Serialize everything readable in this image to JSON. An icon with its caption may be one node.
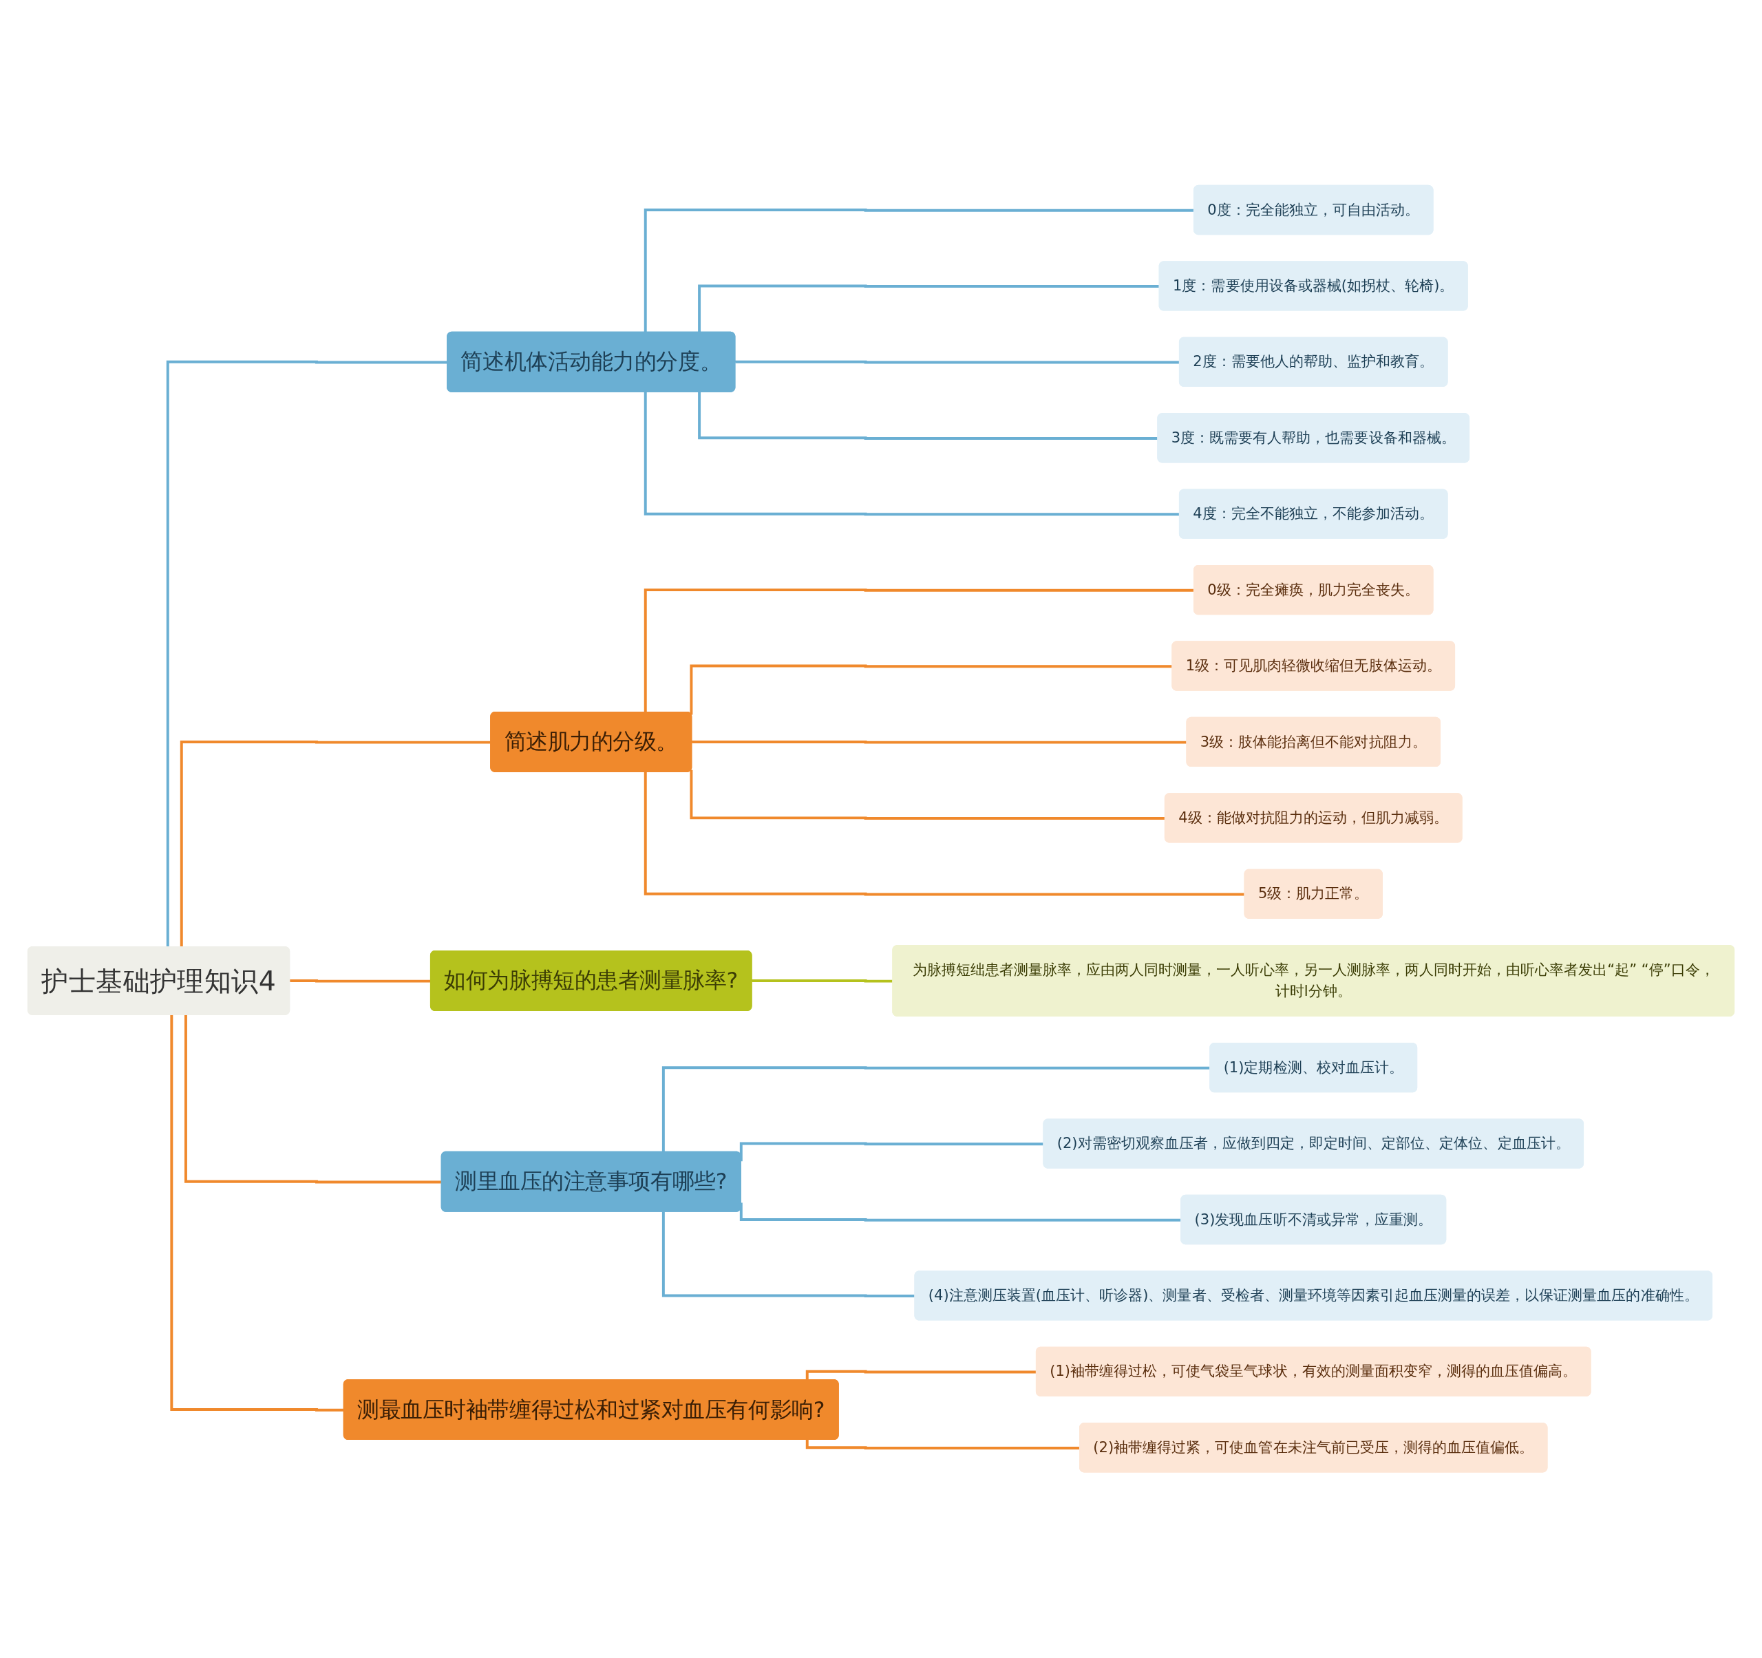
{
  "diagram": {
    "nodes": [
      {
        "text": [
          "护士基础护理知识4"
        ]
      },
      {
        "text": [
          "简述机体活动能力的分度。"
        ]
      },
      {
        "text": [
          "0度：完全能独立，可自由活动。"
        ]
      },
      {
        "text": [
          "1度：需要使用设备或器械(如拐杖、轮椅)。"
        ]
      },
      {
        "text": [
          "2度：需要他人的帮助、监护和教育。"
        ]
      },
      {
        "text": [
          "3度：既需要有人帮助，也需要设备和器械。"
        ]
      },
      {
        "text": [
          "4度：完全不能独立，不能参加活动。"
        ]
      },
      {
        "text": [
          "简述肌力的分级。"
        ]
      },
      {
        "text": [
          "0级：完全瘫痪，肌力完全丧失。"
        ]
      },
      {
        "text": [
          "1级：可见肌肉轻微收缩但无肢体运动。"
        ]
      },
      {
        "text": [
          "3级：肢体能抬离但不能对抗阻力。"
        ]
      },
      {
        "text": [
          "4级：能做对抗阻力的运动，但肌力减弱。"
        ]
      },
      {
        "text": [
          "5级：肌力正常。"
        ]
      },
      {
        "text": [
          "如何为脉搏短的患者测量脉率?"
        ]
      },
      {
        "text": [
          "为脉搏短绌患者测量脉率，应由两人同时测量，一人听心率，另一人测脉率，两人同时开始，由听心率者发出“起” “停”口令，计时l分钟。"
        ]
      },
      {
        "text": [
          "测里血压的注意事项有哪些?"
        ]
      },
      {
        "text": [
          "(1)定期检测、校对血压计。"
        ]
      },
      {
        "text": [
          "(2)对需密切观察血压者，应做到四定，即定时间、定部位、定体位、定血压计。"
        ]
      },
      {
        "text": [
          "(3)发现血压听不清或异常，应重测。"
        ]
      },
      {
        "text": [
          "(4)注意测压装置(血压计、听诊器)、测量者、受检者、测量环境等因素引起血压测量的误差，以保证测量血压的准确性。"
        ]
      },
      {
        "text": [
          "测最血压时袖带缠得过松和过紧对血压有何影响?"
        ]
      },
      {
        "text": [
          "(1)袖带缠得过松，可使气袋呈气球状，有效的测量面积变窄，测得的血压值偏高。"
        ]
      },
      {
        "text": [
          "(2)袖带缠得过紧，可使血管在未注气前已受压，测得的血压值偏低。"
        ]
      }
    ],
    "edges": [
      {
        "from": 0,
        "to": 1,
        "arrow": "none",
        "color": "#6aafd3"
      },
      {
        "from": 1,
        "to": 2,
        "arrow": "none",
        "color": "#6aafd3"
      },
      {
        "from": 1,
        "to": 3,
        "arrow": "none",
        "color": "#6aafd3"
      },
      {
        "from": 1,
        "to": 4,
        "arrow": "none",
        "color": "#6aafd3"
      },
      {
        "from": 1,
        "to": 5,
        "arrow": "none",
        "color": "#6aafd3"
      },
      {
        "from": 1,
        "to": 6,
        "arrow": "none",
        "color": "#6aafd3"
      },
      {
        "from": 0,
        "to": 7,
        "arrow": "none"
      },
      {
        "from": 7,
        "to": 8,
        "arrow": "none"
      },
      {
        "from": 7,
        "to": 9,
        "arrow": "none"
      },
      {
        "from": 7,
        "to": 10,
        "arrow": "none"
      },
      {
        "from": 7,
        "to": 11,
        "arrow": "none"
      },
      {
        "from": 7,
        "to": 12,
        "arrow": "none"
      },
      {
        "from": 0,
        "to": 13,
        "arrow": "none"
      },
      {
        "from": 13,
        "to": 14,
        "arrow": "none",
        "color": "#b5c21d"
      },
      {
        "from": 0,
        "to": 15,
        "arrow": "none"
      },
      {
        "from": 15,
        "to": 16,
        "arrow": "none",
        "color": "#6aafd3"
      },
      {
        "from": 15,
        "to": 17,
        "arrow": "none",
        "color": "#6aafd3"
      },
      {
        "from": 15,
        "to": 18,
        "arrow": "none",
        "color": "#6aafd3"
      },
      {
        "from": 15,
        "to": 19,
        "arrow": "none",
        "color": "#6aafd3"
      },
      {
        "from": 0,
        "to": 20,
        "arrow": "none"
      },
      {
        "from": 20,
        "to": 21,
        "arrow": "none"
      },
      {
        "from": 20,
        "to": 22,
        "arrow": "none"
      }
    ]
  }
}
